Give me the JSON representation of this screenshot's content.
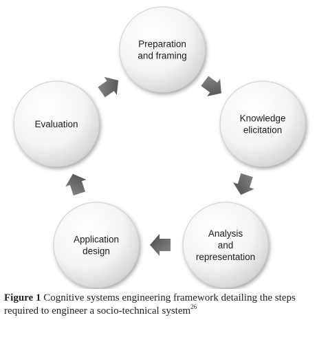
{
  "diagram": {
    "type": "cycle",
    "nodes": [
      {
        "id": "preparation",
        "lines": [
          "Preparation",
          "and framing"
        ]
      },
      {
        "id": "knowledge",
        "lines": [
          "Knowledge",
          "elicitation"
        ]
      },
      {
        "id": "analysis",
        "lines": [
          "Analysis",
          "and",
          "representation"
        ]
      },
      {
        "id": "application",
        "lines": [
          "Application",
          "design"
        ]
      },
      {
        "id": "evaluation",
        "lines": [
          "Evaluation"
        ]
      }
    ],
    "edges": [
      {
        "from": "preparation",
        "to": "knowledge"
      },
      {
        "from": "knowledge",
        "to": "analysis"
      },
      {
        "from": "analysis",
        "to": "application"
      },
      {
        "from": "application",
        "to": "evaluation"
      },
      {
        "from": "evaluation",
        "to": "preparation"
      }
    ]
  },
  "caption": {
    "label": "Figure 1",
    "text": "Cognitive systems engineering framework detailing the steps required to engineer a socio-technical system",
    "reference": "26"
  }
}
